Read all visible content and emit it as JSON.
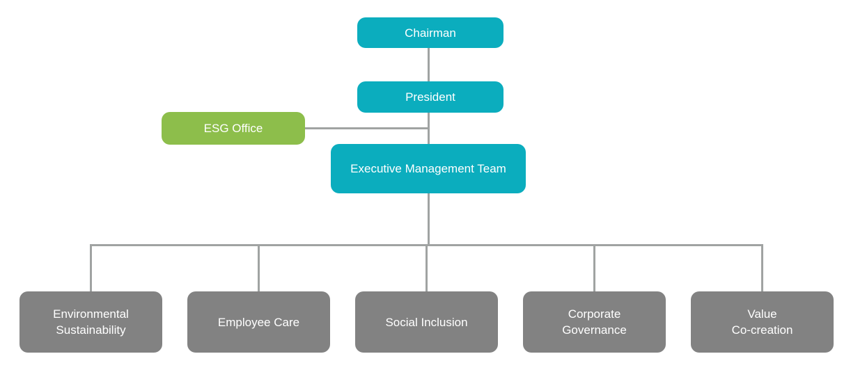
{
  "diagram": {
    "type": "org-chart",
    "nodes": [
      {
        "id": "chairman",
        "label": "Chairman",
        "color": "#0BADBE"
      },
      {
        "id": "president",
        "label": "President",
        "color": "#0BADBE"
      },
      {
        "id": "esg-office",
        "label": "ESG Office",
        "color": "#8DBE4B"
      },
      {
        "id": "executive-management-team",
        "label": "Executive Management Team",
        "color": "#0BADBE"
      },
      {
        "id": "environmental-sustainability",
        "label": "Environmental\nSustainability",
        "color": "#828282"
      },
      {
        "id": "employee-care",
        "label": "Employee Care",
        "color": "#828282"
      },
      {
        "id": "social-inclusion",
        "label": "Social Inclusion",
        "color": "#828282"
      },
      {
        "id": "corporate-governance",
        "label": "Corporate\nGovernance",
        "color": "#828282"
      },
      {
        "id": "value-co-creation",
        "label": "Value\nCo-creation",
        "color": "#828282"
      }
    ],
    "edges": [
      {
        "from": "chairman",
        "to": "president"
      },
      {
        "from": "president",
        "to": "executive-management-team"
      },
      {
        "from": "esg-office",
        "to": "president",
        "note": "side link joining the president to executive-management-team line"
      },
      {
        "from": "executive-management-team",
        "to": "environmental-sustainability"
      },
      {
        "from": "executive-management-team",
        "to": "employee-care"
      },
      {
        "from": "executive-management-team",
        "to": "social-inclusion"
      },
      {
        "from": "executive-management-team",
        "to": "corporate-governance"
      },
      {
        "from": "executive-management-team",
        "to": "value-co-creation"
      }
    ],
    "colors": {
      "teal": "#0BADBE",
      "green": "#8DBE4B",
      "gray": "#828282",
      "connector": "#A0A3A2",
      "text": "#FFFFFF",
      "background": "#FFFFFF"
    }
  }
}
